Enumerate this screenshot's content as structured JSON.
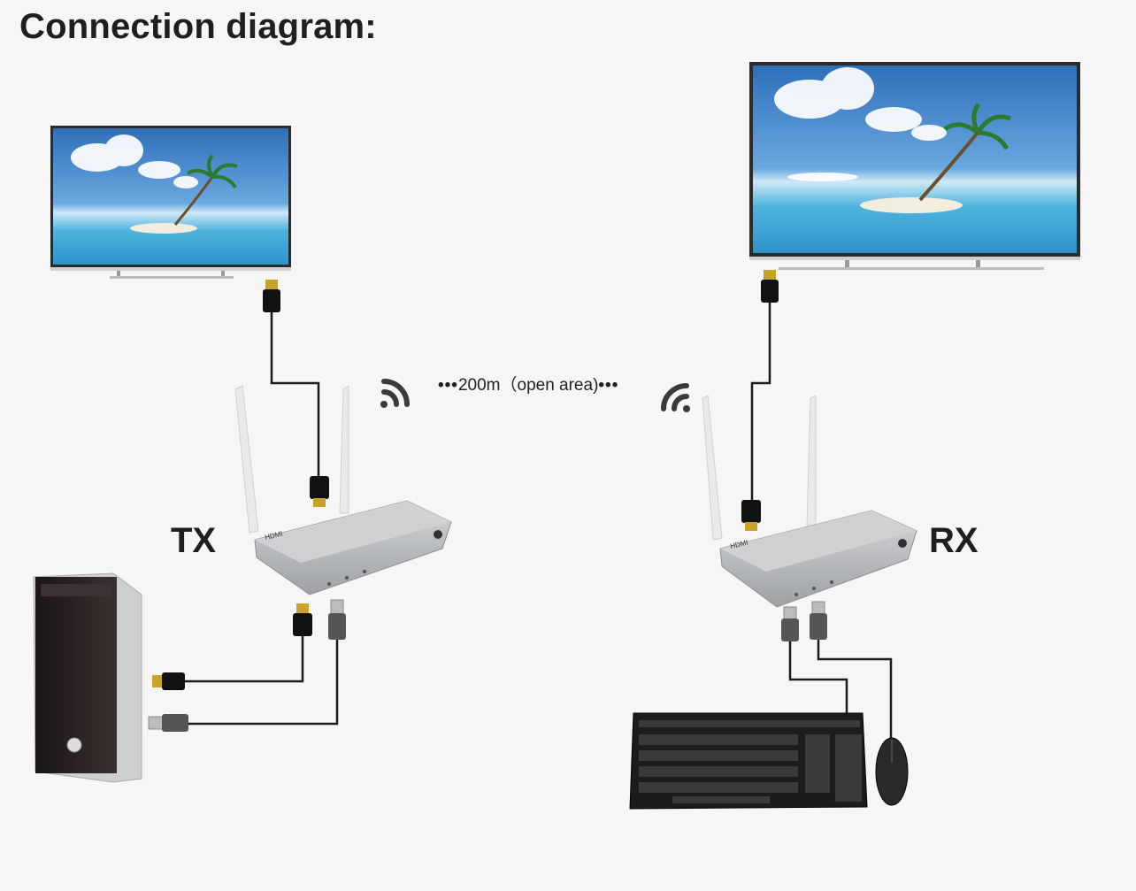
{
  "diagram": {
    "title": "Connection diagram:",
    "tx_label": "TX",
    "rx_label": "RX",
    "distance_label": "200m（open area)",
    "distance_dots_left": "•••",
    "distance_dots_right": "•••",
    "device_brand_label": "HDMI",
    "nodes": [
      "tv-display-tx",
      "tv-display-rx",
      "tx-extender",
      "rx-extender",
      "pc-tower",
      "keyboard",
      "mouse"
    ],
    "connections": [
      {
        "from": "tx-extender",
        "to": "tv-display-tx",
        "cable": "HDMI"
      },
      {
        "from": "pc-tower",
        "to": "tx-extender",
        "cable": "HDMI"
      },
      {
        "from": "pc-tower",
        "to": "tx-extender",
        "cable": "USB"
      },
      {
        "from": "tx-extender",
        "to": "rx-extender",
        "link": "wireless"
      },
      {
        "from": "rx-extender",
        "to": "tv-display-rx",
        "cable": "HDMI"
      },
      {
        "from": "rx-extender",
        "to": "keyboard",
        "cable": "USB"
      },
      {
        "from": "rx-extender",
        "to": "mouse",
        "cable": "USB"
      }
    ]
  },
  "colors": {
    "background": "#f6f6f6",
    "text": "#1f1f1f",
    "device_silver": "#b7b9bc",
    "cable": "#1a1a1a",
    "tv_bezel": "#2b2b2b",
    "sky": "#3f85cf",
    "sea": "#4fb3df",
    "wifi": "#3a3a3a"
  }
}
